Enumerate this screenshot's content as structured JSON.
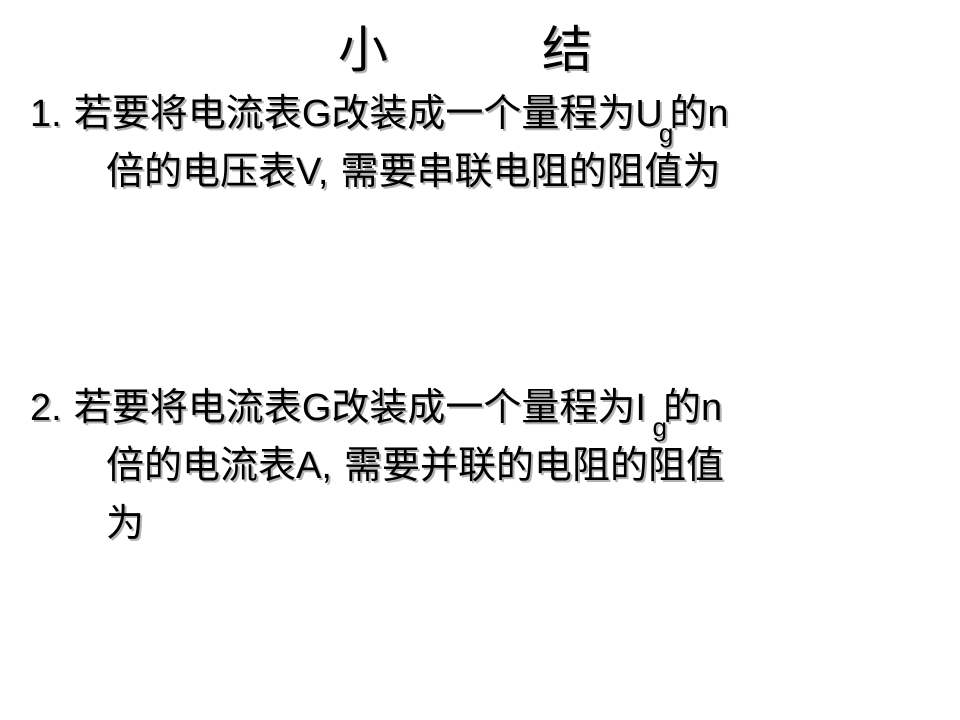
{
  "slide": {
    "title": "小　结",
    "items": [
      {
        "number": "1.",
        "line1_text": "若要将电流表",
        "meter_symbol": "G",
        "line1_text2": "改装成一个量程为",
        "range_symbol": "U",
        "range_subscript": "g",
        "line1_text3": "的",
        "multiplier": "n",
        "line2_text": "倍的电压表",
        "target_symbol": "V,",
        "line2_text2": "需要串联电阻的阻值为"
      },
      {
        "number": "2.",
        "line1_text": "若要将电流表",
        "meter_symbol": "G",
        "line1_text2": "改装成一个量程为",
        "range_symbol": "I ",
        "range_subscript": "g",
        "line1_text3": "的",
        "multiplier": "n",
        "line2_text": "倍的电流表",
        "target_symbol": "A,",
        "line2_text2": "需要并联的电阻的阻值",
        "line3_text": "为"
      }
    ]
  }
}
